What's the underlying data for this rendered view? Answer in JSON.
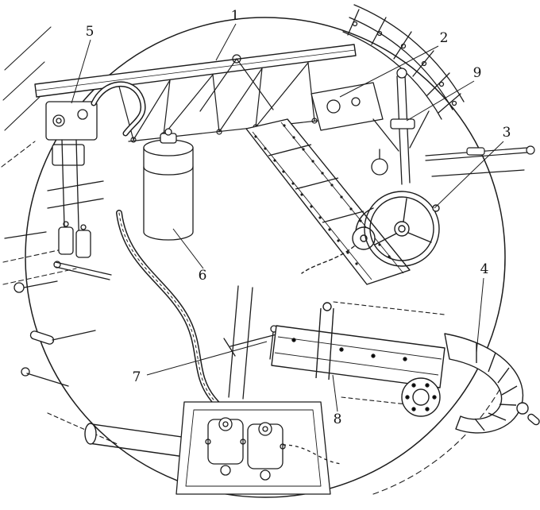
{
  "figure": {
    "kind": "technical-line-drawing"
  },
  "colors": {
    "ink": "#1d1d1d",
    "paper": "#ffffff"
  },
  "callouts": [
    {
      "label": "1"
    },
    {
      "label": "2"
    },
    {
      "label": "3"
    },
    {
      "label": "4"
    },
    {
      "label": "5"
    },
    {
      "label": "6"
    },
    {
      "label": "7"
    },
    {
      "label": "8"
    },
    {
      "label": "9"
    }
  ]
}
